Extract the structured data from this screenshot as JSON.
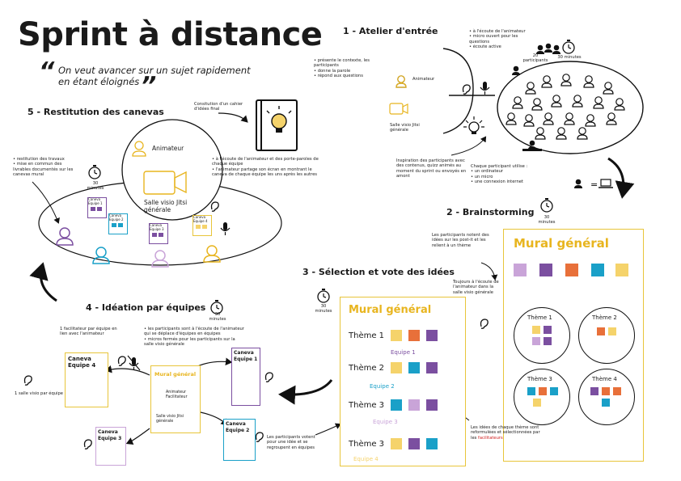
{
  "title": "Sprint à distance",
  "quote": "On veut avancer sur un sujet rapidement en étant éloignés",
  "colors": {
    "yellow": "#f5d36b",
    "wall": "#e8c53a",
    "purple": "#7b4fa0",
    "blue": "#1aa0c8",
    "orange": "#e8703a",
    "teal": "#1b9db5",
    "pink": "#c9a4d8",
    "red": "#d02020"
  },
  "s1": {
    "title": "1 - Atelier d'entrée",
    "anim_label": "Animateur",
    "visio_label": "Salle visio Jitsi générale",
    "bullets": [
      "présente le contexte, les participants",
      "donne la parole",
      "répond aux questions"
    ],
    "right_bullets": [
      "à l'écoute de l'animateur",
      "micro ouvert pour les questions",
      "écoute active"
    ],
    "participants": "20 participants",
    "minutes": "30 minutes",
    "inspiration": "Inspiration des participants avec des contenus, quizz animés au moment du sprint ou envoyés en amont",
    "each_uses": "Chaque participant utilise :",
    "each_items": [
      "un ordinateur",
      "un micro",
      "une connexion internet"
    ]
  },
  "s2": {
    "title": "2 - Brainstorming",
    "minutes": "30 minutes",
    "note": "Les participants notent des idées sur les post-it et les relient à un thème",
    "listen": "Toujours à l'écoute de l'animateur dans la salle visio générale",
    "mural_title": "Mural général",
    "themes": [
      "Thème 1",
      "Thème 2",
      "Thème 3",
      "Thème 4"
    ]
  },
  "s3": {
    "title": "3 - Sélection et vote des idées",
    "minutes": "30 minutes",
    "mural_title": "Mural général",
    "themes": [
      "Thème 1",
      "Thème 2",
      "Thème 3",
      "Thème 3"
    ],
    "teams": [
      "Equipe 1",
      "Equipe 2",
      "Equipe 3",
      "Equipe 4"
    ],
    "vote": "Les participants votent pour une idée et se regroupent en équipes",
    "reform_a": "Les idées de chaque thème sont reformulées et sélectionnées par les ",
    "reform_b": "facilitateurs"
  },
  "s4": {
    "title": "4 - Idéation par équipes",
    "minutes": "30 minutes",
    "facil": "1 facilitateur par équipe en lien avec l'animateur",
    "bullets": [
      "les participants sont à l'écoute de l'animateur qui se déplace d'équipes en équipes",
      "micros fermés pour les participants sur la salle visio générale"
    ],
    "visio_team": "1 salle visio par équipe",
    "mural_title": "Mural général",
    "anim_mini": "Animateur Facilitateur",
    "visio_mini": "Salle visio Jitsi générale",
    "canva_a": "Caneva",
    "canvas": [
      "Equipe 4",
      "Equipe 1",
      "Equipe 3",
      "Equipe 2"
    ]
  },
  "s5": {
    "title": "5 - Restitution des canevas",
    "cahier": "Consitution d'un cahier d'idées final",
    "anim": "Animateur",
    "visio": "Salle visio Jitsi générale",
    "minutes": "30 minutes",
    "left_bullets": [
      "restitution des travaux",
      "mise en commun des livrables documentés sur les canevas mural"
    ],
    "right_bullets": [
      "à l'écoute de l'animateur et des porte-paroles de chaque équipe",
      "l'animateur partage son écran en montrant le caneva de chaque équipe les uns après les autres"
    ],
    "canvas": [
      "Caneva Equipe 1",
      "Caneva Equipe 2",
      "Caneva Equipe 3",
      "Caneva Equipe 4"
    ]
  }
}
